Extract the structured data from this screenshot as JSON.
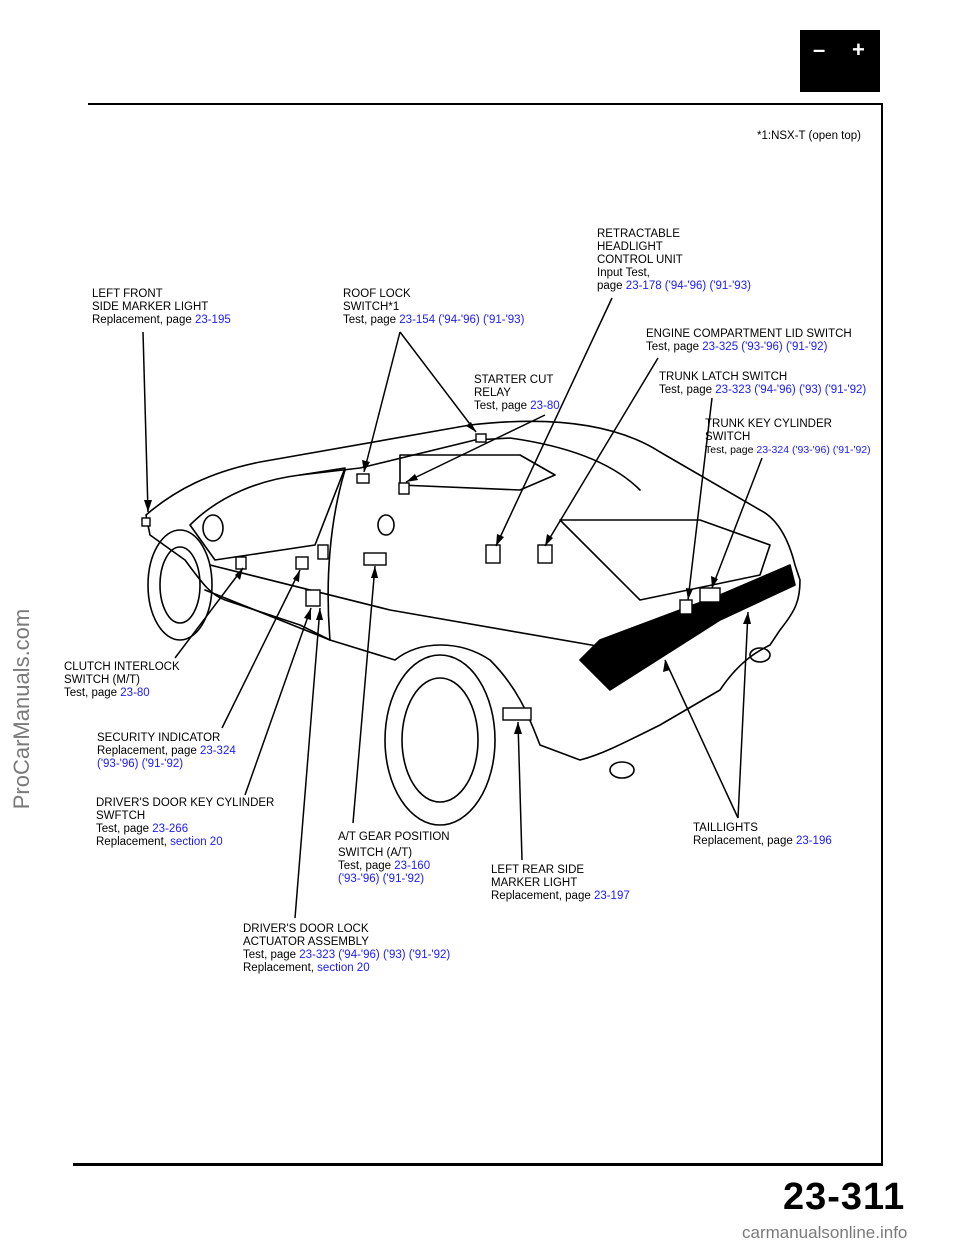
{
  "battery_symbol": {
    "minus": "–",
    "plus": "+"
  },
  "footnote": "*1:NSX-T (open top)",
  "callouts": [
    {
      "lines": [
        "LEFT FRONT",
        "SIDE MARKER LIGHT"
      ],
      "detail": "Replacement, page",
      "ref": "23-195"
    },
    {
      "lines": [
        "ROOF LOCK",
        "SWITCH*1"
      ],
      "detail": "Test, page",
      "ref": "23-154 ('94-'96) ('91-'93)"
    },
    {
      "lines": [
        "RETRACTABLE",
        "HEADLIGHT",
        "CONTROL UNIT",
        "Input Test,"
      ],
      "detail": "page",
      "ref": "23-178 ('94-'96) ('91-'93)"
    },
    {
      "lines": [
        "ENGINE COMPARTMENT LID SWITCH"
      ],
      "detail": "Test, page",
      "ref": "23-325 ('93-'96) ('91-'92)"
    },
    {
      "lines": [
        "STARTER CUT",
        "RELAY"
      ],
      "detail": "Test, page",
      "ref": "23-80"
    },
    {
      "lines": [
        "TRUNK LATCH SWITCH"
      ],
      "detail": "Test, page",
      "ref": "23-323 ('94-'96) ('93) ('91-'92)"
    },
    {
      "lines": [
        "TRUNK KEY CYLINDER",
        "SWITCH"
      ],
      "detail": "Test, page",
      "ref": "23-324 ('93-'96) ('91-'92)"
    },
    {
      "lines": [
        "CLUTCH INTERLOCK",
        "SWITCH (M/T)"
      ],
      "detail": "Test, page",
      "ref": "23-80"
    },
    {
      "lines": [
        "SECURITY INDICATOR"
      ],
      "detail": "Replacement, page",
      "ref": "23-324",
      "ref2": "('93-'96) ('91-'92)"
    },
    {
      "lines": [
        "DRIVER'S DOOR KEY CYLINDER",
        "SWFTCH"
      ],
      "detail": "Test, page",
      "ref": "23-266",
      "detail2": "Replacement,",
      "ref2": "section 20"
    },
    {
      "lines": [
        "A/T GEAR POSITION",
        "SWITCH (A/T)"
      ],
      "detail": "Test, page",
      "ref": "23-160",
      "ref2": "('93-'96) ('91-'92)"
    },
    {
      "lines": [
        "LEFT REAR SIDE",
        "MARKER LIGHT"
      ],
      "detail": "Replacement, page",
      "ref": "23-197"
    },
    {
      "lines": [
        "TAILLIGHTS"
      ],
      "detail": "Replacement, page",
      "ref": "23-196"
    },
    {
      "lines": [
        "DRIVER'S DOOR LOCK",
        "ACTUATOR ASSEMBLY"
      ],
      "detail": "Test, page",
      "ref": "23-323 ('94-'96) ('93) ('91-'92)",
      "detail2": "Replacement,",
      "ref2": "section 20"
    }
  ],
  "page_number": "23-311",
  "watermark_side": "ProCarManuals.com",
  "watermark_bottom": "carmanualsonline.info",
  "colors": {
    "link": "#1a1aff",
    "watermark": "#7a7a7a"
  }
}
